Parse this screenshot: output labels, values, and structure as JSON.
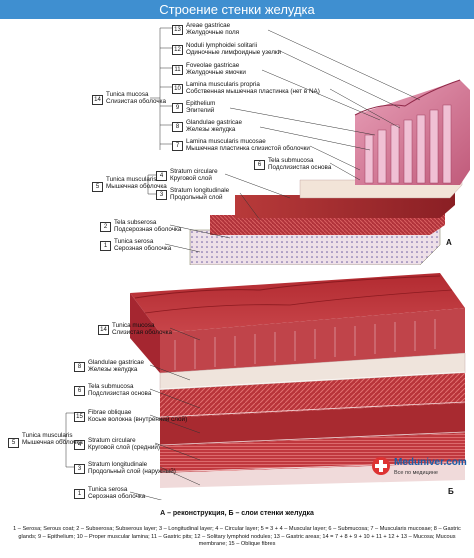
{
  "title": "Строение стенки желудка",
  "panel_a": {
    "letter": "А",
    "labels": [
      {
        "num": "13",
        "lat": "Areae gastricae",
        "rus": "Желудочные поля"
      },
      {
        "num": "12",
        "lat": "Noduli lymphoidei solitarii",
        "rus": "Одиночные лимфоидные узелки"
      },
      {
        "num": "11",
        "lat": "Foveolae gastricae",
        "rus": "Желудочные ямочки"
      },
      {
        "num": "10",
        "lat": "Lamina muscularis propria",
        "rus": "Собственная мышечная пластинка (нет в NA)"
      },
      {
        "num": "9",
        "lat": "Epithelium",
        "rus": "Эпителий"
      },
      {
        "num": "8",
        "lat": "Glandulae gastricae",
        "rus": "Железы желудка"
      },
      {
        "num": "7",
        "lat": "Lamina muscularis mucosae",
        "rus": "Мышечная пластинка слизистой оболочки"
      },
      {
        "num": "6",
        "lat": "Tela submucosa",
        "rus": "Подслизистая основа"
      },
      {
        "num": "4",
        "lat": "Stratum circulare",
        "rus": "Круговой слой"
      },
      {
        "num": "3",
        "lat": "Stratum longitudinale",
        "rus": "Продольный слой"
      },
      {
        "num": "2",
        "lat": "Tela subserosa",
        "rus": "Подсерозная оболочка"
      },
      {
        "num": "1",
        "lat": "Tunica serosa",
        "rus": "Серозная оболочка"
      }
    ],
    "mucosa": {
      "num": "14",
      "lat": "Tunica mucosa",
      "rus": "Слизистая оболочка"
    },
    "muscularis": {
      "num": "5",
      "lat": "Tunica muscularis",
      "rus": "Мышечная оболочка"
    }
  },
  "panel_b": {
    "letter": "Б",
    "labels": [
      {
        "num": "14",
        "lat": "Tunica mucosa",
        "rus": "Слизистая оболочка"
      },
      {
        "num": "8",
        "lat": "Glandulae gastricae",
        "rus": "Железы желудка"
      },
      {
        "num": "6",
        "lat": "Tela submucosa",
        "rus": "Подслизистая основа"
      },
      {
        "num": "15",
        "lat": "Fibrae obliquae",
        "rus": "Косые волокна (внутренний слой)"
      },
      {
        "num": "4",
        "lat": "Stratum circulare",
        "rus": "Круговой слой (средний)"
      },
      {
        "num": "3",
        "lat": "Stratum longitudinale",
        "rus": "Продольный слой (наружный)"
      },
      {
        "num": "1",
        "lat": "Tunica serosa",
        "rus": "Серозная оболочка"
      }
    ],
    "muscularis": {
      "num": "5",
      "lat": "Tunica muscularis",
      "rus": "Мышечная оболочка"
    }
  },
  "logo": {
    "name": "Meduniver.com",
    "sub": "Все по медицине"
  },
  "caption": "А – реконструкция, Б – слои стенки желудка",
  "legend_line1": "1 – Serosa; Serous coat; 2 – Subserosa; Subserous layer; 3 – Longitudinal layer; 4 – Circular layer; 5 = 3 + 4 – Muscular layer; 6 – Submucosa; 7 – Muscularis mucosae; 8 – Gastric glands; 9 – Epithelium; 10 – Proper muscular lamina; 11 – Gastric pits; 12 – Solitary lymphoid nodules; 13 – Gastric areas; 14 = 7 + 8 + 9 + 10 + 11 + 12 + 13 – Mucosa; Mucous membrane; 15 – Oblique fibres"
}
